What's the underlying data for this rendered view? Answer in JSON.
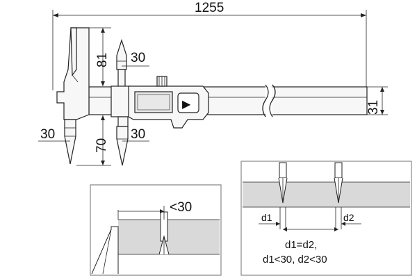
{
  "dimensions": {
    "overall_length": "1255",
    "upper_jaw_length": "81",
    "upper_tip_width": "30",
    "lower_jaw_length": "70",
    "lower_left_tip": "30",
    "lower_right_tip": "30",
    "beam_height": "31"
  },
  "detail_left": {
    "gap_label": "<30"
  },
  "detail_right": {
    "d1_label": "d1",
    "d2_label": "d2",
    "equation_line1": "d1=d2,",
    "equation_line2": "d1<30, d2<30"
  },
  "display": {
    "play_symbol": "▶"
  }
}
